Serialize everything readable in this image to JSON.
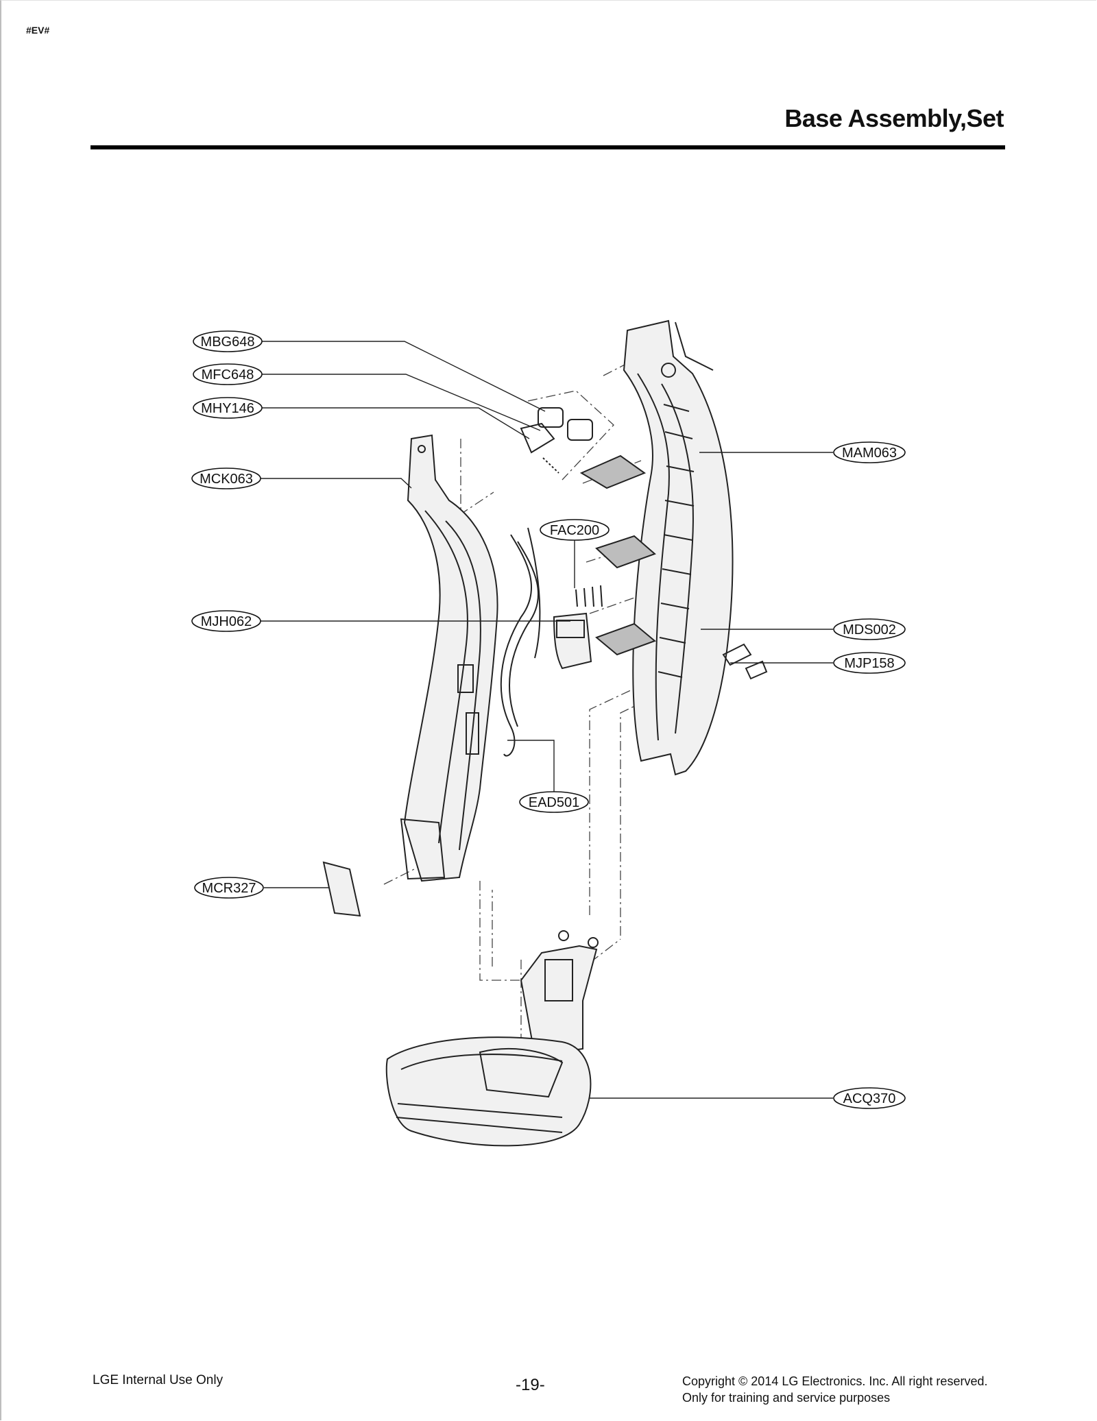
{
  "header": {
    "doc_tag": "#EV#",
    "title": "Base Assembly,Set"
  },
  "callouts": [
    {
      "id": "mbg648",
      "label": "MBG648"
    },
    {
      "id": "mfc648",
      "label": "MFC648"
    },
    {
      "id": "mhy146",
      "label": "MHY146"
    },
    {
      "id": "mck063",
      "label": "MCK063"
    },
    {
      "id": "mjh062",
      "label": "MJH062"
    },
    {
      "id": "mcr327",
      "label": "MCR327"
    },
    {
      "id": "fac200",
      "label": "FAC200"
    },
    {
      "id": "ead501",
      "label": "EAD501"
    },
    {
      "id": "mam063",
      "label": "MAM063"
    },
    {
      "id": "mds002",
      "label": "MDS002"
    },
    {
      "id": "mjp158",
      "label": "MJP158"
    },
    {
      "id": "acq370",
      "label": "ACQ370"
    }
  ],
  "footer": {
    "left": "LGE Internal Use Only",
    "page": "-19-",
    "copyright": "Copyright © 2014 LG Electronics. Inc. All right reserved.",
    "note": "Only for training and service purposes"
  }
}
